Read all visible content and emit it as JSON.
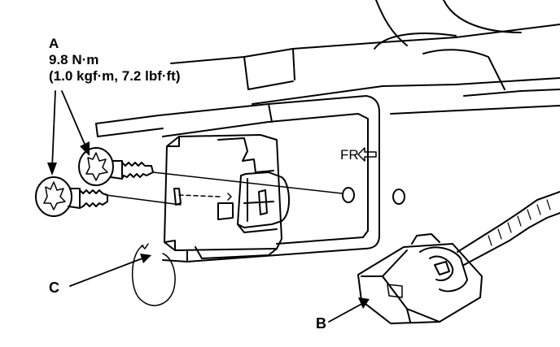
{
  "labels": {
    "a": "A",
    "torque": "9.8 N·m",
    "torque_alt": "(1.0 kgf·m, 7.2 lbf·ft)",
    "b": "B",
    "c": "C",
    "fr": "FR"
  },
  "icons": {
    "fr_arrow": "arrow-left-outline-icon"
  },
  "colors": {
    "line": "#000000",
    "background": "#ffffff"
  }
}
